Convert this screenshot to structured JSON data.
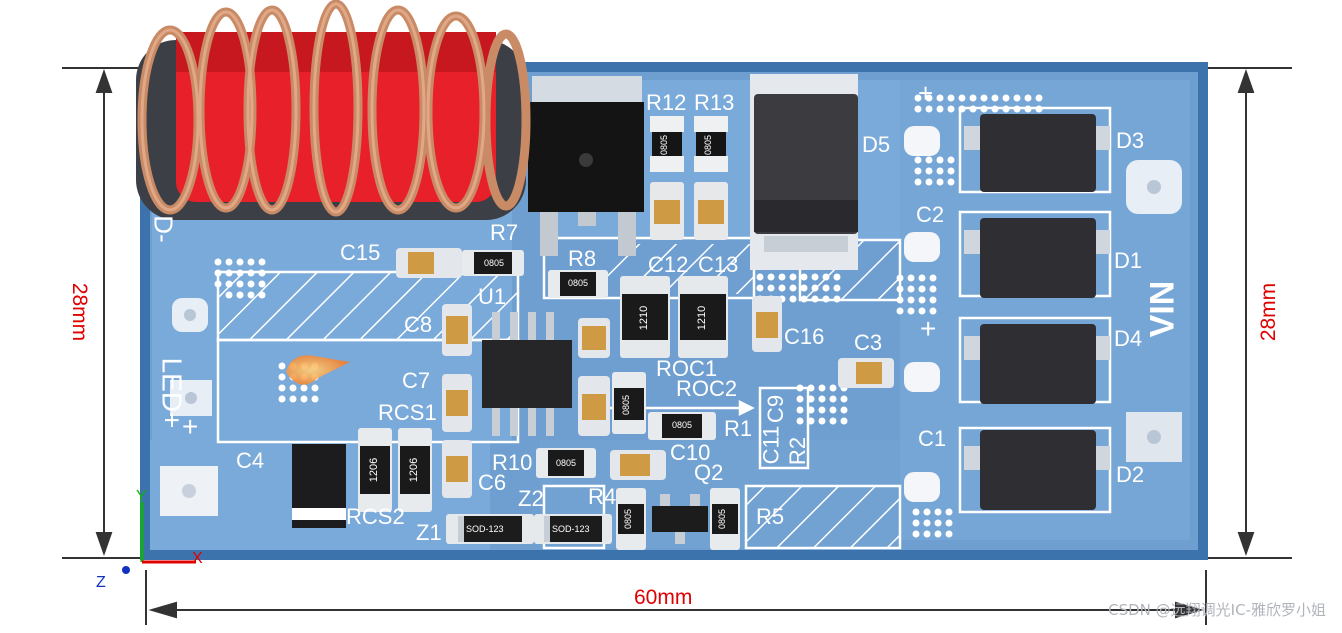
{
  "board": {
    "board_color": "#3d73ad",
    "panel_color": "#7aa9d8",
    "silk_color": "#ffffff",
    "inductor_color": "#e8202a",
    "coil_color": "#c98a66"
  },
  "dimensions": {
    "width": "60mm",
    "height_left": "28mm",
    "height_right": "28mm",
    "dimension_color": "#e00000"
  },
  "labels": {
    "r12": "R12",
    "r13": "R13",
    "d5": "D5",
    "d3": "D3",
    "d1": "D1",
    "d4": "D4",
    "d2": "D2",
    "c2": "C2",
    "c1": "C1",
    "c3": "C3",
    "c15": "C15",
    "r7": "R7",
    "r8": "R8",
    "c12": "C12",
    "c13": "C13",
    "u1": "U1",
    "c8": "C8",
    "c16": "C16",
    "c7": "C7",
    "rcs1": "RCS1",
    "c4": "C4",
    "rcs2": "RCS2",
    "r10": "R10",
    "c6": "C6",
    "c10": "C10",
    "q2": "Q2",
    "r1": "R1",
    "roc1": "ROC1",
    "roc2": "ROC2",
    "c11": "C11",
    "c9": "C9",
    "r2": "R2",
    "z1": "Z1",
    "z2": "Z2",
    "r4": "R4",
    "r5": "R5",
    "d_minus": "D-",
    "led_plus": "LED+",
    "vin": "VIN",
    "plus_top": "+",
    "plus_right": "+",
    "plus_left": "+"
  },
  "chip_marks": {
    "r0805": "0805",
    "r1210": "1210",
    "r1206": "1206",
    "sod123": "SOD-123"
  },
  "axes": {
    "x": "X",
    "y": "Y",
    "z": "Z",
    "x_color": "#e00000",
    "y_color": "#10b010",
    "z_color": "#1030c0"
  },
  "watermark": "CSDN @远翔调光IC-雅欣罗小姐"
}
